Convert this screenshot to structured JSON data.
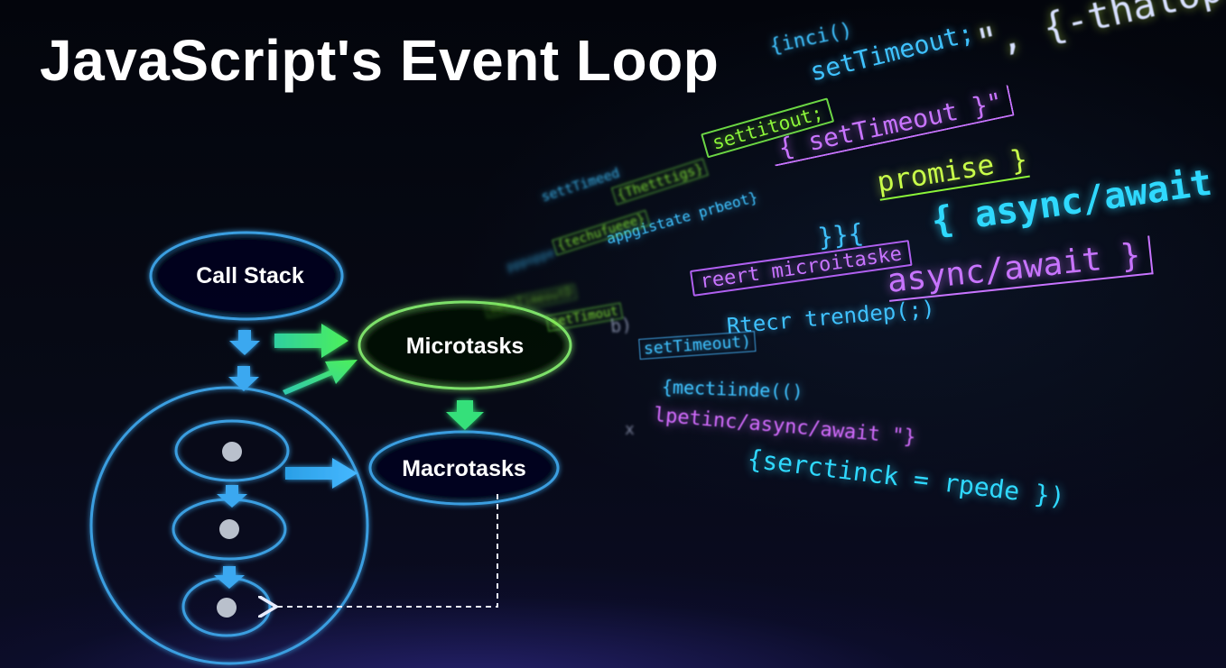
{
  "title": "JavaScript's Event Loop",
  "diagram": {
    "call_stack_label": "Call Stack",
    "microtasks_label": "Microtasks",
    "macrotasks_label": "Macrotasks"
  },
  "code_fragments": [
    {
      "text": "{inci()",
      "color": "blue"
    },
    {
      "text": "setTimeout;",
      "color": "blue"
    },
    {
      "text": "\", {-thalop.",
      "color": "lime"
    },
    {
      "text": "settitout;",
      "color": "green"
    },
    {
      "text": "{ setTimeout }\"",
      "color": "purple"
    },
    {
      "text": "promise }",
      "color": "lime"
    },
    {
      "text": "{ async/await }",
      "color": "cyan"
    },
    {
      "text": "}}{",
      "color": "blue"
    },
    {
      "text": "reert microitaske",
      "color": "purple"
    },
    {
      "text": "async/await }",
      "color": "purple"
    },
    {
      "text": "Rtecr trendep(;)",
      "color": "blue"
    },
    {
      "text": "setTimeout)",
      "color": "blue"
    },
    {
      "text": "{mectiinde(()",
      "color": "blue"
    },
    {
      "text": "lpetinc/async/await \"}",
      "color": "purple"
    },
    {
      "text": "{serctinck = rpede })",
      "color": "cyan"
    },
    {
      "text": "settTimeed",
      "color": "blue"
    },
    {
      "text": "{Thetttigs}",
      "color": "green"
    },
    {
      "text": "appgistate prbeot}",
      "color": "blue"
    },
    {
      "text": "{techufueee}",
      "color": "green"
    },
    {
      "text": "pppoppe",
      "color": "blue"
    },
    {
      "text": "settTimeoutD",
      "color": "green"
    },
    {
      "text": "setTimout",
      "color": "green"
    },
    {
      "text": "b)",
      "color": "gray"
    },
    {
      "text": "x",
      "color": "gray"
    }
  ],
  "colors": {
    "background": "#05070f",
    "stack_blue": "#3a9ee0",
    "micro_green": "#7de06a",
    "arrow_green": "#35e07a",
    "arrow_blue": "#3aa8f0"
  }
}
